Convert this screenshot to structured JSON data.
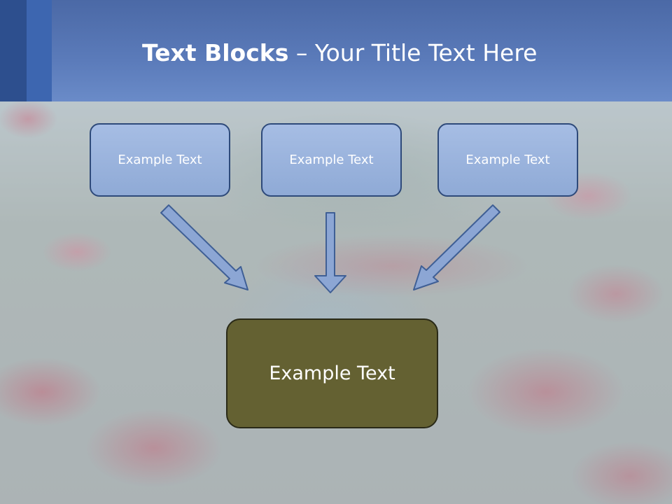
{
  "slide": {
    "title_bold": "Text Blocks",
    "title_rest": " – Your Title Text Here"
  },
  "boxes": [
    {
      "label": "Example Text"
    },
    {
      "label": "Example Text"
    },
    {
      "label": "Example Text"
    }
  ],
  "center_box": {
    "label": "Example Text"
  },
  "colors": {
    "header": "#5b7bba",
    "box_fill": "#8faad6",
    "box_border": "#2e4a7a",
    "center_fill": "#646132",
    "arrow_fill": "#8ca6d4"
  }
}
